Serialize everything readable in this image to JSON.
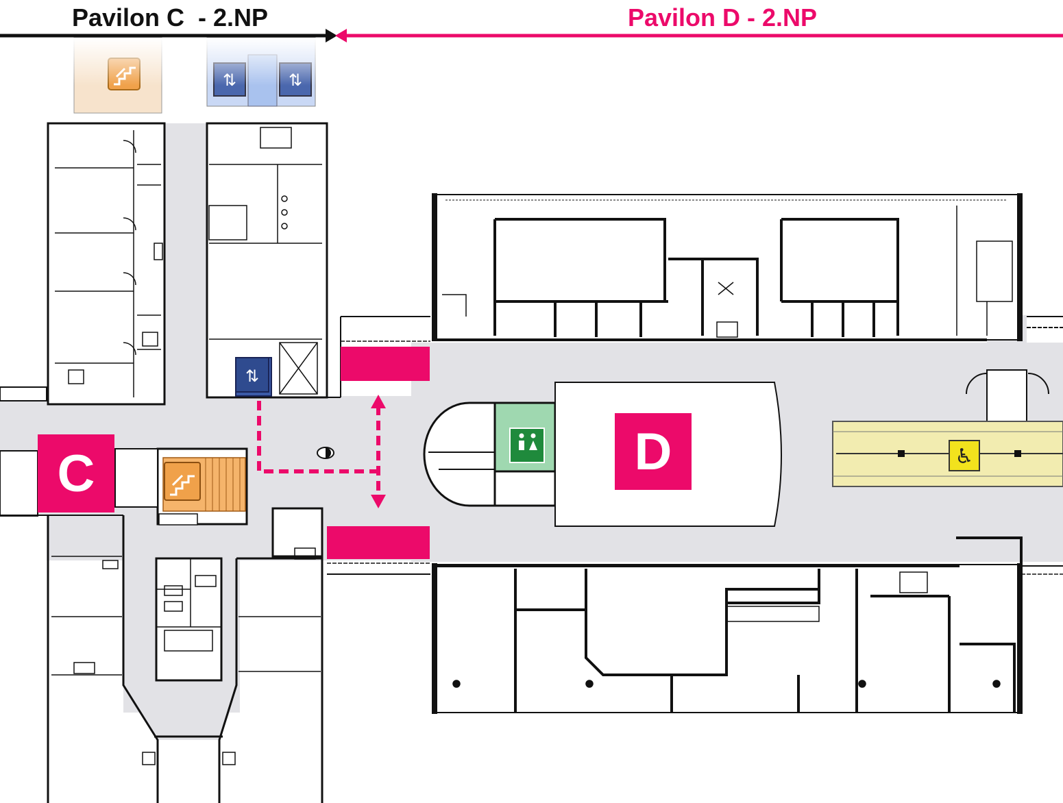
{
  "headers": {
    "left": "Pavilon C  - 2.NP",
    "right": "Pavilon D - 2.NP"
  },
  "pavilions": {
    "c": "C",
    "d": "D"
  },
  "icons": {
    "stairs": "stairs-icon",
    "elevator": "elevator-icon",
    "wc": "wc-icon",
    "wheelchair": "wheelchair-icon"
  },
  "colors": {
    "accent_pink": "#ec0a6a",
    "black": "#111111",
    "corridor": "#e2e2e6",
    "stairs": "#f0a14a",
    "elevator": "#2f4b8f",
    "wc": "#1f8a3c",
    "wc_room": "#9fd8b0",
    "ramp": "#f2ecb0",
    "wheelchair_sign": "#f2e21d"
  }
}
